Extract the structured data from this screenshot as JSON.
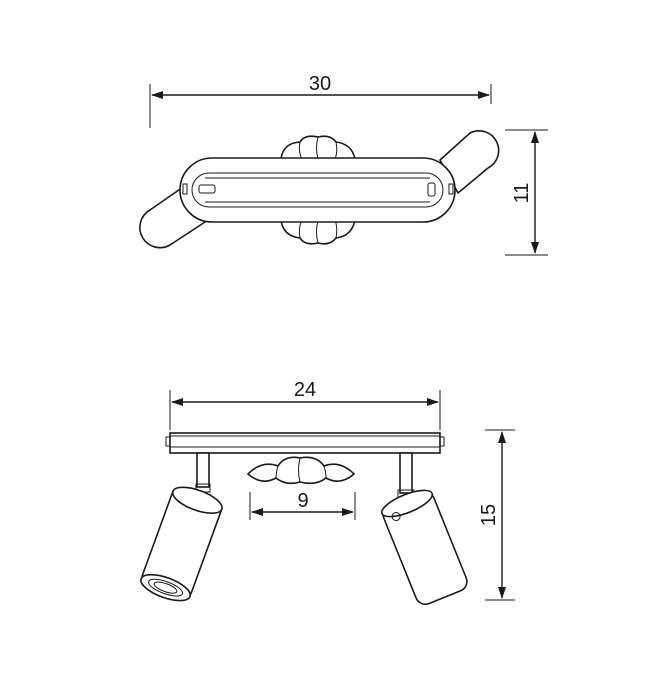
{
  "top_view": {
    "width_label": "30",
    "height_label": "11"
  },
  "front_view": {
    "width_label": "24",
    "canopy_label": "9",
    "height_label": "15"
  },
  "colors": {
    "line": "#1a1a1a",
    "background": "#ffffff"
  }
}
